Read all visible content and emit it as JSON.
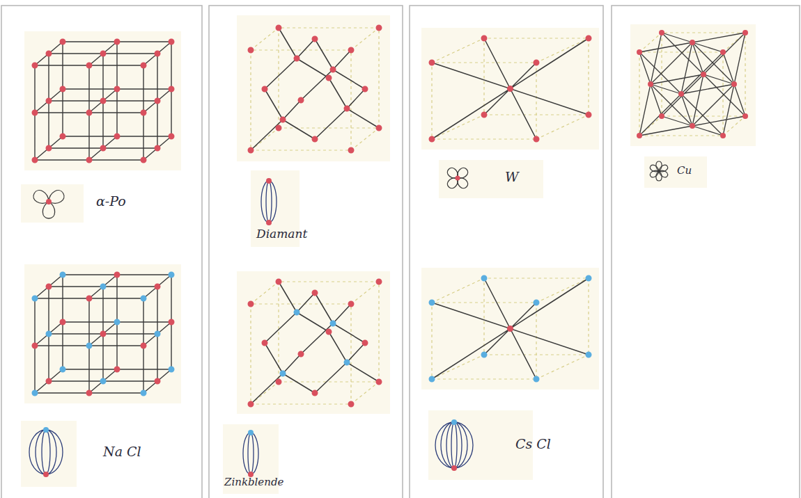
{
  "diagram": {
    "labels": [
      "α-Po",
      "Na Cl",
      "Diamant",
      "Zinkblende",
      "W",
      "Cs Cl",
      "Cu"
    ]
  }
}
